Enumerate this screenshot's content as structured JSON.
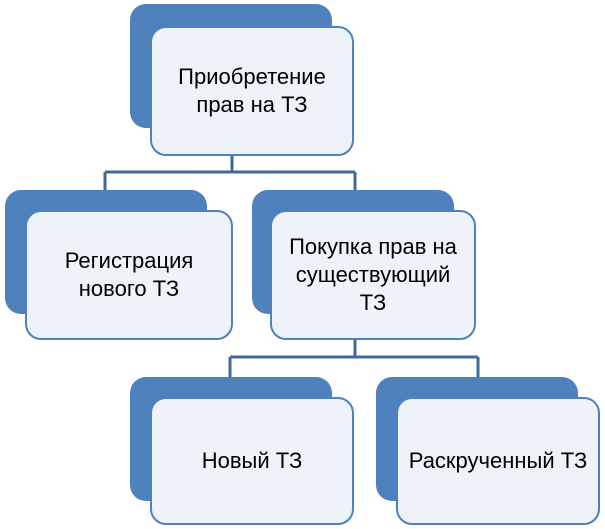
{
  "diagram": {
    "colors": {
      "accent": "#4f81bd",
      "box_fill": "#eef2f9",
      "connector": "#3d6a98"
    },
    "nodes": {
      "root": {
        "label": "Приобретение прав на ТЗ"
      },
      "registration": {
        "label": "Регистрация нового ТЗ"
      },
      "purchase": {
        "label": "Покупка прав на существующий ТЗ"
      },
      "new_tm": {
        "label": "Новый ТЗ"
      },
      "promoted_tm": {
        "label": "Раскрученный ТЗ"
      }
    }
  }
}
